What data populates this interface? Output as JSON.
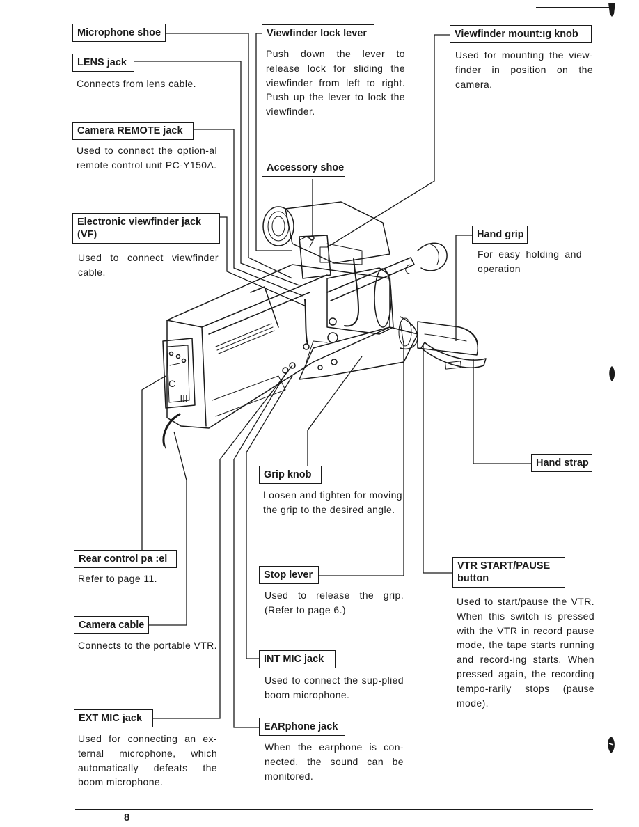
{
  "page_number": "8",
  "callouts": {
    "microphone_shoe": {
      "label": "Microphone shoe"
    },
    "lens_jack": {
      "label": "LENS jack",
      "desc": "Connects from lens cable."
    },
    "camera_remote_jack": {
      "label": "Camera REMOTE jack",
      "desc": "Used to connect the option-al remote control unit PC-Y150A."
    },
    "evf_jack": {
      "label": "Electronic viewfinder jack (VF)",
      "desc": "Used to connect viewfinder cable."
    },
    "rear_control_panel": {
      "label": "Rear control pa :el",
      "desc": "Refer to page 11."
    },
    "camera_cable": {
      "label": "Camera cable",
      "desc": "Connects to the portable VTR."
    },
    "ext_mic_jack": {
      "label": "EXT MIC jack",
      "desc": "Used for connecting an ex-ternal microphone, which automatically defeats the boom microphone."
    },
    "viewfinder_lock_lever": {
      "label": "Viewfinder lock lever",
      "desc": "Push down the lever to release lock for sliding the viewfinder from left to right. Push up the lever to lock the viewfinder."
    },
    "accessory_shoe": {
      "label": "Accessory shoe"
    },
    "grip_knob": {
      "label": "Grip knob",
      "desc": "Loosen and tighten for moving the grip to the desired angle."
    },
    "stop_lever": {
      "label": "Stop lever",
      "desc": "Used to release the grip. (Refer to page 6.)"
    },
    "int_mic_jack": {
      "label": "INT MIC jack",
      "desc": "Used to connect the sup-plied boom microphone."
    },
    "earphone_jack": {
      "label": "EARphone jack",
      "desc": "When the earphone is con-nected, the sound can be monitored."
    },
    "viewfinder_mounting_knob": {
      "label": "Viewfinder mount:ıg knob",
      "desc": "Used for mounting the view-finder in position on the camera."
    },
    "hand_grip": {
      "label": "Hand grip",
      "desc": "For easy holding and operation"
    },
    "hand_strap": {
      "label": "Hand strap"
    },
    "vtr_start_pause": {
      "label": "VTR START/PAUSE button",
      "desc": "Used to start/pause the VTR. When this switch is pressed with the VTR in record pause mode, the tape starts running and record-ing starts. When pressed again, the recording tempo-rarily stops (pause mode)."
    }
  }
}
